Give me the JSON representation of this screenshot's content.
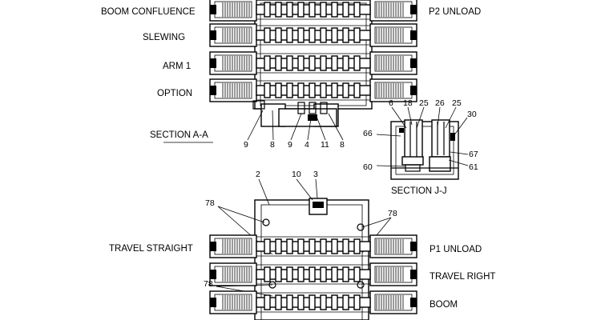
{
  "section_aa": {
    "left_labels": [
      "BOOM CONFLUENCE",
      "SLEWING",
      "ARM 1",
      "OPTION"
    ],
    "right_labels": [
      "P2 UNLOAD"
    ],
    "title": "SECTION  A-A",
    "bottom_numbers": [
      "9",
      "8",
      "9",
      "4",
      "11",
      "8"
    ]
  },
  "section_jj": {
    "top_numbers": [
      "6",
      "18",
      "25",
      "26",
      "25"
    ],
    "right_numbers": [
      "30",
      "67",
      "61"
    ],
    "left_numbers": [
      "66",
      "60"
    ],
    "title": "SECTION   J-J"
  },
  "lower_section": {
    "top_numbers": [
      "2",
      "10",
      "3"
    ],
    "callout_78": "78",
    "left_labels": [
      "TRAVEL STRAIGHT"
    ],
    "right_labels": [
      "P1 UNLOAD",
      "TRAVEL RIGHT",
      "BOOM"
    ]
  }
}
